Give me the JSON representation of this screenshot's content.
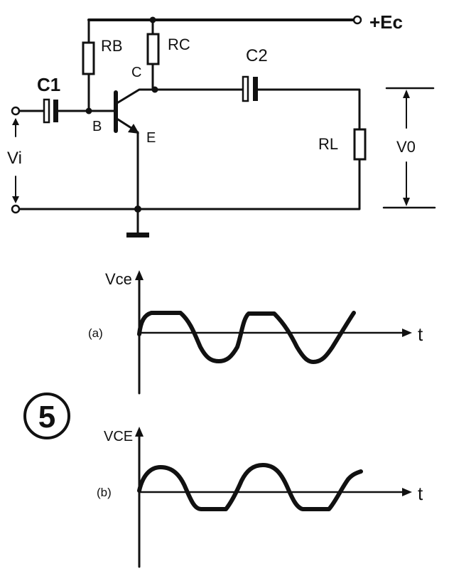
{
  "circuit": {
    "supply": "+Ec",
    "rb": "RB",
    "rc": "RC",
    "c1": "C1",
    "c2": "C2",
    "rl": "RL",
    "base": "B",
    "collector": "C",
    "emitter": "E",
    "vi": "Vi",
    "vo": "V0"
  },
  "graph_a": {
    "ylabel": "Vce",
    "xlabel": "t",
    "tag": "(a)"
  },
  "graph_b": {
    "ylabel": "VCE",
    "xlabel": "t",
    "tag": "(b)"
  },
  "figure_number": "5"
}
